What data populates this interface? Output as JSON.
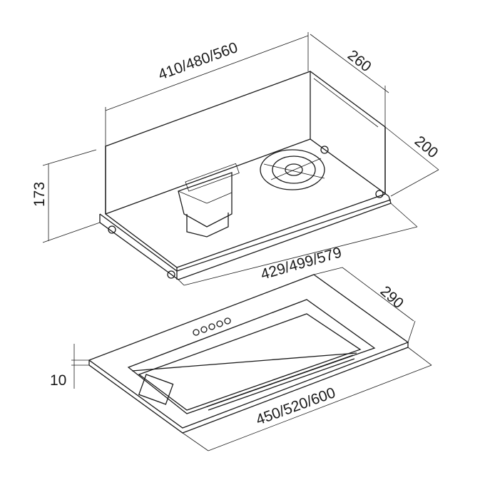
{
  "dimensions": {
    "top_width": "410/480/560",
    "top_depth": "260",
    "inner_depth": "200",
    "height": "173",
    "mid_width": "429/499/579",
    "panel_depth": "290",
    "panel_thickness": "10",
    "panel_width": "450/520/600"
  }
}
